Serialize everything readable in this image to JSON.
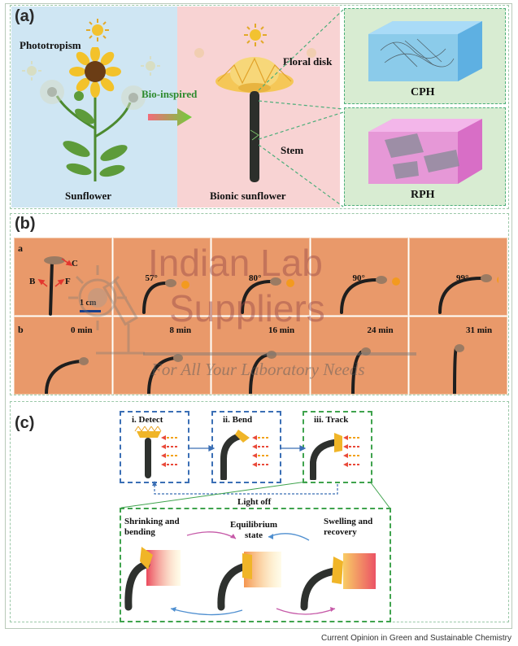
{
  "panel_a": {
    "label": "(a)",
    "phototropism": "Phototropism",
    "sunflower": "Sunflower",
    "bio_inspired": "Bio-inspired",
    "floral_disk": "Floral disk",
    "stem": "Stem",
    "bionic_sunflower": "Bionic sunflower",
    "cph": "CPH",
    "rph": "RPH"
  },
  "panel_b": {
    "label": "(b)",
    "row_a": "a",
    "row_b": "b",
    "letter_c": "C",
    "letter_b": "B",
    "letter_f": "F",
    "scale": "1 cm",
    "angles": [
      "57°",
      "80°",
      "90°",
      "99°"
    ],
    "times": [
      "0 min",
      "8 min",
      "16 min",
      "24 min",
      "31 min"
    ]
  },
  "panel_c": {
    "label": "(c)",
    "step1": "i. Detect",
    "step2": "ii. Bend",
    "step3": "iii. Track",
    "light_off": "Light off",
    "state1": "Shrinking and bending",
    "state2": "Equilibrium state",
    "state3": "Swelling and recovery"
  },
  "watermark": {
    "line1": "Indian Lab",
    "line2": "Suppliers",
    "line3": "For All Your Laboratory Needs"
  },
  "footer": "Current Opinion in Green and Sustainable Chemistry",
  "colors": {
    "sky_blue": "#cfe6f3",
    "pink": "#f8d3d3",
    "green": "#d8ecd2",
    "orange": "#e9996a",
    "blue_box": "#3b6fb5",
    "green_box": "#3fa34d"
  }
}
